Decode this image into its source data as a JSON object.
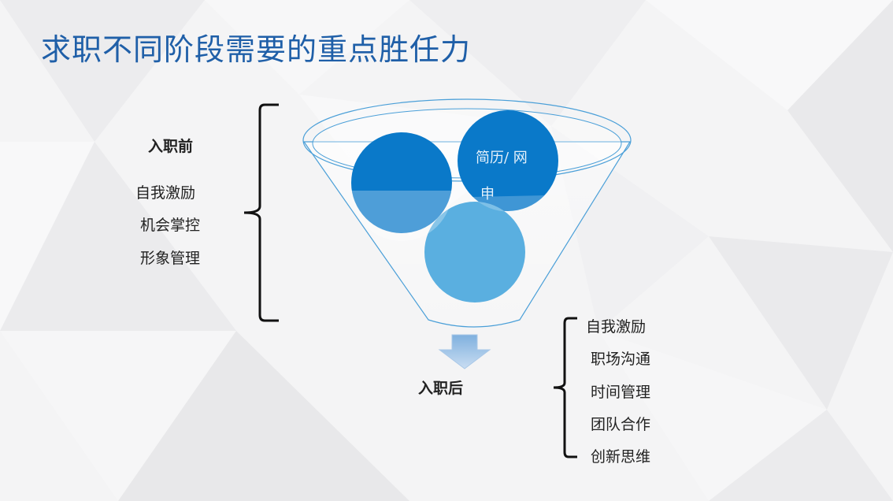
{
  "title": "求职不同阶段需要的重点胜任力",
  "before": {
    "heading": "入职前",
    "items": [
      "自我激励",
      "机会掌控",
      "形象管理"
    ]
  },
  "funnel": {
    "circle_text_line1": "简历/ 网",
    "circle_text_line2": "申"
  },
  "after": {
    "heading": "入职后",
    "items": [
      "自我激励",
      "职场沟通",
      "时间管理",
      "团队合作",
      "创新思维"
    ]
  },
  "colors": {
    "title": "#1f5fa8",
    "circle_dark": "#0a79c9",
    "circle_light": "#5aafe0",
    "funnel_stroke": "#4a9fd8",
    "arrow": "#9ec3e6"
  }
}
